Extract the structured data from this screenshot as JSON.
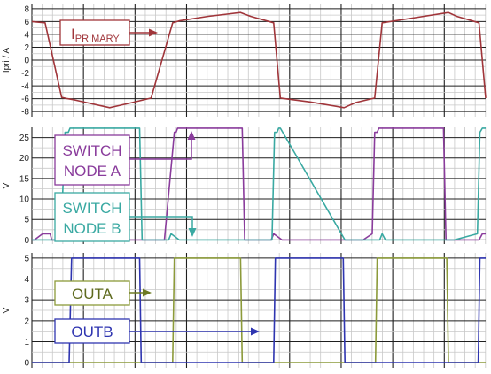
{
  "colors": {
    "iprimary": "#a0353a",
    "switch_a": "#8a3c9c",
    "switch_b": "#3aa9a2",
    "outa": "#8c9a3a",
    "outb": "#2f35b0",
    "grid_major": "#1f1f1f",
    "grid_minor": "#c8c8c8"
  },
  "chart_data": [
    {
      "type": "line",
      "ylabel": "Ipri / A",
      "ylim": [
        -8.8,
        8.8
      ],
      "yticks": [
        "8",
        "6",
        "4",
        "2",
        "0",
        "-2",
        "-4",
        "-6",
        "-8"
      ],
      "annotation": {
        "main": "I",
        "sub": "PRIMARY"
      },
      "series": [
        {
          "name": "IPRIMARY",
          "color_key": "iprimary",
          "x": [
            0,
            16,
            36,
            43,
            52,
            94,
            121,
            144,
            170,
            178,
            213,
            252,
            264,
            292,
            300,
            336,
            377,
            391,
            414,
            423,
            463,
            503,
            513,
            540,
            548
          ],
          "y": [
            6.0,
            5.8,
            -5.8,
            -6.0,
            -6.2,
            -7.4,
            -6.6,
            -5.9,
            5.8,
            6.1,
            6.8,
            7.4,
            6.8,
            5.8,
            -5.9,
            -6.5,
            -7.4,
            -6.6,
            -5.9,
            5.8,
            6.6,
            7.4,
            6.8,
            5.8,
            -5.9
          ]
        }
      ]
    },
    {
      "type": "line",
      "ylabel": "V",
      "ylim": [
        -1,
        27.5
      ],
      "yticks": [
        "25",
        "20",
        "15",
        "10",
        "5",
        "0"
      ],
      "series": [
        {
          "name": "SWITCH NODE A",
          "color_key": "switch_a",
          "x": [
            0,
            3,
            13,
            15,
            22,
            24,
            42,
            45,
            88,
            130,
            145,
            160,
            172,
            174,
            176,
            178,
            180,
            254,
            257,
            262,
            289,
            292,
            302,
            400,
            411,
            414,
            417,
            419,
            420,
            497,
            500,
            505,
            540,
            544,
            548
          ],
          "y": [
            0,
            0,
            1.5,
            1.5,
            1.5,
            0,
            0,
            0,
            0,
            0,
            0,
            0,
            26.3,
            26.3,
            27.3,
            27.3,
            27.3,
            27.3,
            0,
            0,
            0,
            1.5,
            0,
            0,
            1.5,
            26.3,
            26.3,
            27.3,
            27.3,
            27.3,
            0,
            0,
            0,
            1.5,
            1.5
          ]
        },
        {
          "name": "SWITCH NODE B",
          "color_key": "switch_b",
          "x": [
            0,
            16,
            35,
            40,
            44,
            46,
            130,
            133,
            137,
            150,
            165,
            168,
            178,
            290,
            293,
            296,
            298,
            300,
            378,
            382,
            387,
            420,
            423,
            427,
            502,
            505,
            510,
            538,
            541,
            544,
            548
          ],
          "y": [
            0,
            0,
            0,
            26.3,
            26.3,
            27.3,
            27.3,
            0,
            0,
            0,
            0,
            1.5,
            0,
            0,
            26.3,
            26.3,
            27.3,
            27.3,
            0,
            0,
            0,
            0,
            1.5,
            0,
            0,
            0,
            0,
            1.5,
            26.3,
            27.3,
            27.3
          ]
        }
      ],
      "annotations": [
        {
          "lines": [
            "SWITCH",
            "NODE A"
          ],
          "color_key": "switch_a"
        },
        {
          "lines": [
            "SWITCH",
            "NODE B"
          ],
          "color_key": "switch_b"
        }
      ]
    },
    {
      "type": "line",
      "ylabel": "V",
      "ylim": [
        -0.25,
        5.25
      ],
      "yticks": [
        "5",
        "4",
        "3",
        "2",
        "1",
        "0"
      ],
      "series": [
        {
          "name": "OUTA",
          "color_key": "outa",
          "x": [
            0,
            52,
            168,
            170,
            172,
            252,
            254,
            256,
            413,
            415,
            417,
            501,
            503,
            505,
            548
          ],
          "y": [
            0,
            0,
            0,
            0,
            5,
            5,
            0,
            0,
            0,
            0,
            5,
            5,
            0,
            0,
            0
          ]
        },
        {
          "name": "OUTB",
          "color_key": "outb",
          "x": [
            0,
            45,
            48,
            130,
            132,
            134,
            290,
            292,
            294,
            376,
            378,
            380,
            537,
            539,
            541,
            548
          ],
          "y": [
            0,
            0,
            5,
            5,
            0,
            0,
            0,
            0,
            5,
            5,
            0,
            0,
            0,
            0,
            5,
            5
          ]
        }
      ],
      "annotations": [
        {
          "text": "OUTA",
          "color_key": "outa"
        },
        {
          "text": "OUTB",
          "color_key": "outb"
        }
      ]
    }
  ]
}
